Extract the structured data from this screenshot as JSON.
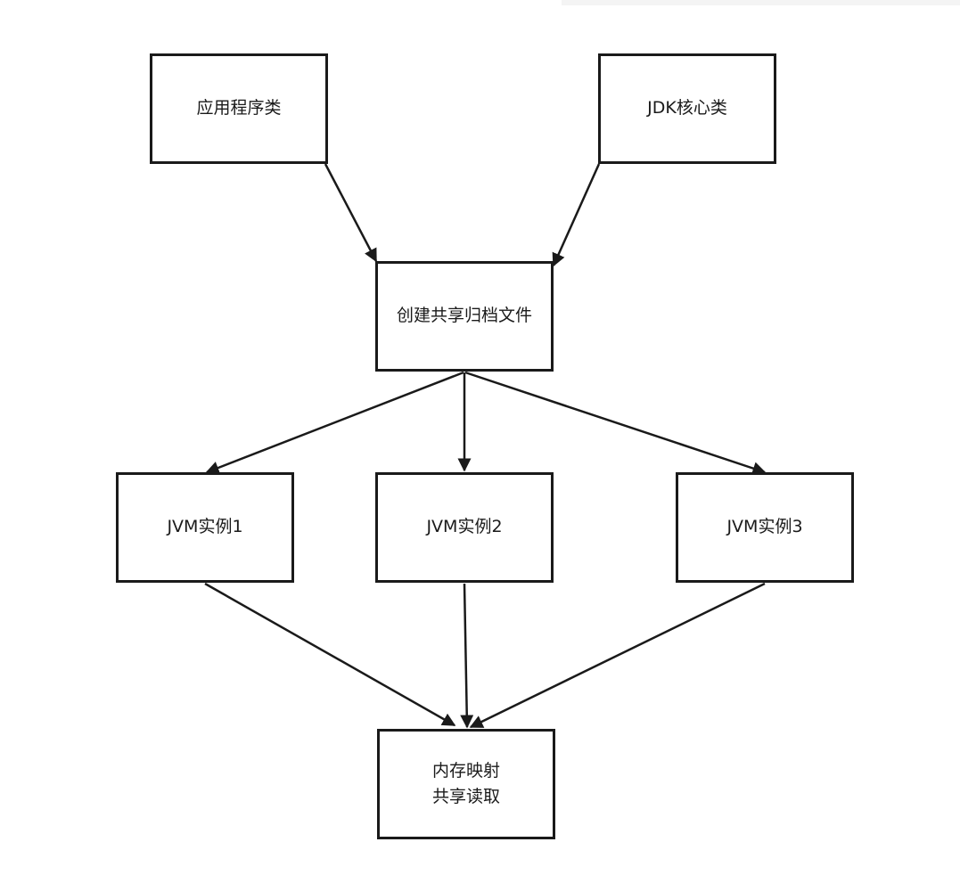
{
  "nodes": {
    "app_classes": "应用程序类",
    "jdk_core_classes": "JDK核心类",
    "create_archive": "创建共享归档文件",
    "jvm1": "JVM实例1",
    "jvm2": "JVM实例2",
    "jvm3": "JVM实例3",
    "mmap_line1": "内存映射",
    "mmap_line2": "共享读取"
  },
  "colors": {
    "stroke": "#1a1a1a",
    "background": "#ffffff"
  }
}
